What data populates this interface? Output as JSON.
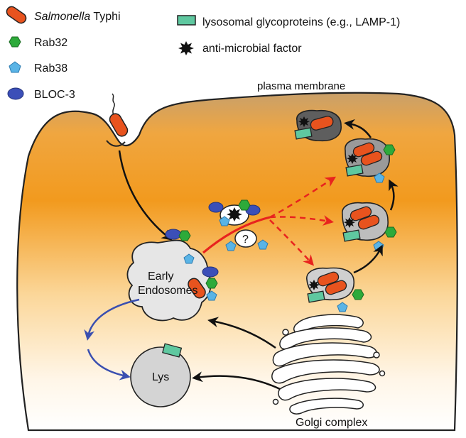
{
  "legend": {
    "salmonella_italic": "Salmonella",
    "salmonella_rest": " Typhi",
    "rab32": "Rab32",
    "rab38": "Rab38",
    "bloc3": "BLOC-3",
    "lysosomal": "lysosomal glycoproteins (e.g., LAMP-1)",
    "antimicrobial": "anti-microbial factor"
  },
  "labels": {
    "plasma_membrane": "plasma membrane",
    "early_line1": "Early",
    "early_line2": "Endosomes",
    "lys": "Lys",
    "golgi": "Golgi complex",
    "question": "?"
  },
  "colors": {
    "salmonella": "#E8531E",
    "rab32": "#2DAA3A",
    "rab38": "#5AB4E6",
    "bloc3": "#3B4FB8",
    "lamp": "#5FC8A0",
    "cell_orange": "#F29A1E",
    "red_path": "#E8231E",
    "blue_path": "#3A4FB0"
  }
}
